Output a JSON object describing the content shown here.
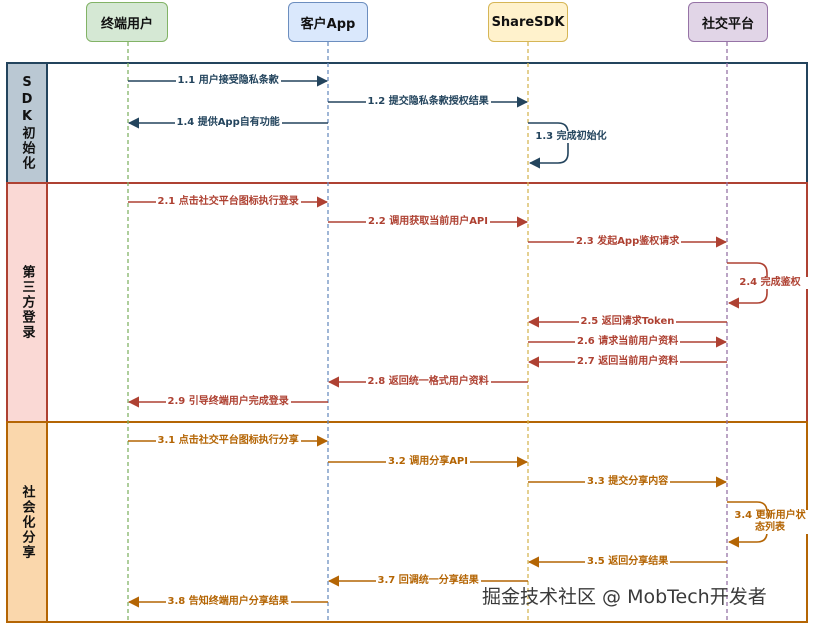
{
  "actors": [
    {
      "name": "终端用户",
      "fill": "#d5e8d4",
      "stroke": "#82b366"
    },
    {
      "name": "客户App",
      "fill": "#dae8fc",
      "stroke": "#6c8ebf"
    },
    {
      "name": "ShareSDK",
      "fill": "#fff2cc",
      "stroke": "#d6b656"
    },
    {
      "name": "社交平台",
      "fill": "#e1d5e7",
      "stroke": "#9673a6"
    }
  ],
  "lanes": [
    {
      "label": "SDK初始化",
      "color": "#23445d",
      "header_fill": "#bac8d3"
    },
    {
      "label": "第三方登录",
      "color": "#ae4132",
      "header_fill": "#fad9d5"
    },
    {
      "label": "社会化分享",
      "color": "#b46504",
      "header_fill": "#fad7ac"
    }
  ],
  "messages": [
    {
      "lane": 0,
      "from": 0,
      "to": 1,
      "label": "1.1 用户接受隐私条款"
    },
    {
      "lane": 0,
      "from": 1,
      "to": 2,
      "label": "1.2 提交隐私条款授权结果"
    },
    {
      "lane": 0,
      "from": 1,
      "to": 0,
      "label": "1.4 提供App自有功能"
    },
    {
      "lane": 0,
      "self": 2,
      "label": "1.3 完成初始化"
    },
    {
      "lane": 1,
      "from": 0,
      "to": 1,
      "label": "2.1 点击社交平台图标执行登录"
    },
    {
      "lane": 1,
      "from": 1,
      "to": 2,
      "label": "2.2 调用获取当前用户API"
    },
    {
      "lane": 1,
      "from": 2,
      "to": 3,
      "label": "2.3 发起App鉴权请求"
    },
    {
      "lane": 1,
      "self": 3,
      "label": "2.4 完成鉴权"
    },
    {
      "lane": 1,
      "from": 3,
      "to": 2,
      "label": "2.5 返回请求Token"
    },
    {
      "lane": 1,
      "from": 2,
      "to": 3,
      "label": "2.6 请求当前用户资料"
    },
    {
      "lane": 1,
      "from": 3,
      "to": 2,
      "label": "2.7 返回当前用户资料"
    },
    {
      "lane": 1,
      "from": 2,
      "to": 1,
      "label": "2.8 返回统一格式用户资料"
    },
    {
      "lane": 1,
      "from": 1,
      "to": 0,
      "label": "2.9 引导终端用户完成登录"
    },
    {
      "lane": 2,
      "from": 0,
      "to": 1,
      "label": "3.1 点击社交平台图标执行分享"
    },
    {
      "lane": 2,
      "from": 1,
      "to": 2,
      "label": "3.2 调用分享API"
    },
    {
      "lane": 2,
      "from": 2,
      "to": 3,
      "label": "3.3 提交分享内容"
    },
    {
      "lane": 2,
      "self": 3,
      "label": "3.4 更新用户状态列表"
    },
    {
      "lane": 2,
      "from": 3,
      "to": 2,
      "label": "3.5 返回分享结果"
    },
    {
      "lane": 2,
      "from": 2,
      "to": 1,
      "label": "3.7 回调统一分享结果"
    },
    {
      "lane": 2,
      "from": 1,
      "to": 0,
      "label": "3.8 告知终端用户分享结果"
    }
  ],
  "watermark": "掘金技术社区 @ MobTech开发者"
}
